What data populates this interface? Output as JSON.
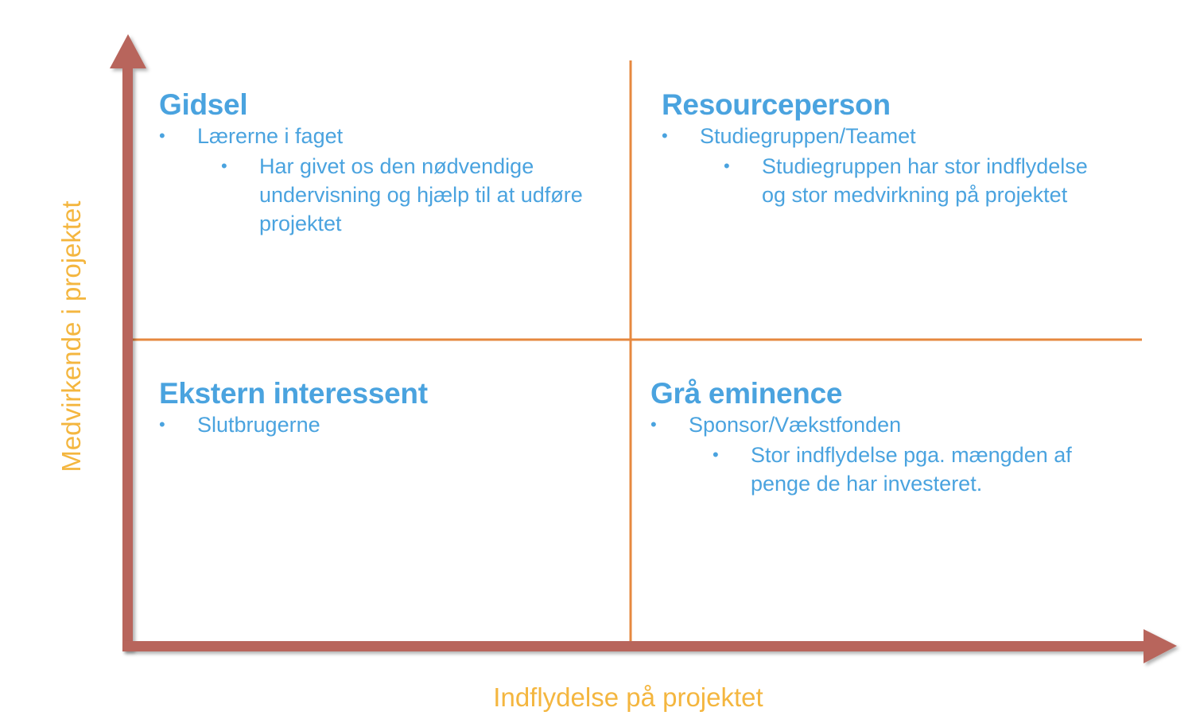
{
  "axes": {
    "y_label": "Medvirkende i projektet",
    "x_label": "Indflydelse på projektet",
    "arrow_color": "#b8655b",
    "divider_color": "#e6883f",
    "label_color": "#f4b63f"
  },
  "quadrants": {
    "top_left": {
      "title": "Gidsel",
      "bullet": "Lærerne i faget",
      "sub_bullet": "Har givet os den nødvendige undervisning og hjælp til at udføre projektet"
    },
    "top_right": {
      "title": "Resourceperson",
      "bullet": "Studiegruppen/Teamet",
      "sub_bullet": "Studiegruppen har stor indflydelse og stor medvirkning på projektet"
    },
    "bottom_left": {
      "title": "Ekstern interessent",
      "bullet": "Slutbrugerne"
    },
    "bottom_right": {
      "title": "Grå eminence",
      "bullet": "Sponsor/Vækstfonden",
      "sub_bullet": "Stor indflydelse pga. mængden af penge de har investeret."
    }
  },
  "text_color": "#4aa3df"
}
